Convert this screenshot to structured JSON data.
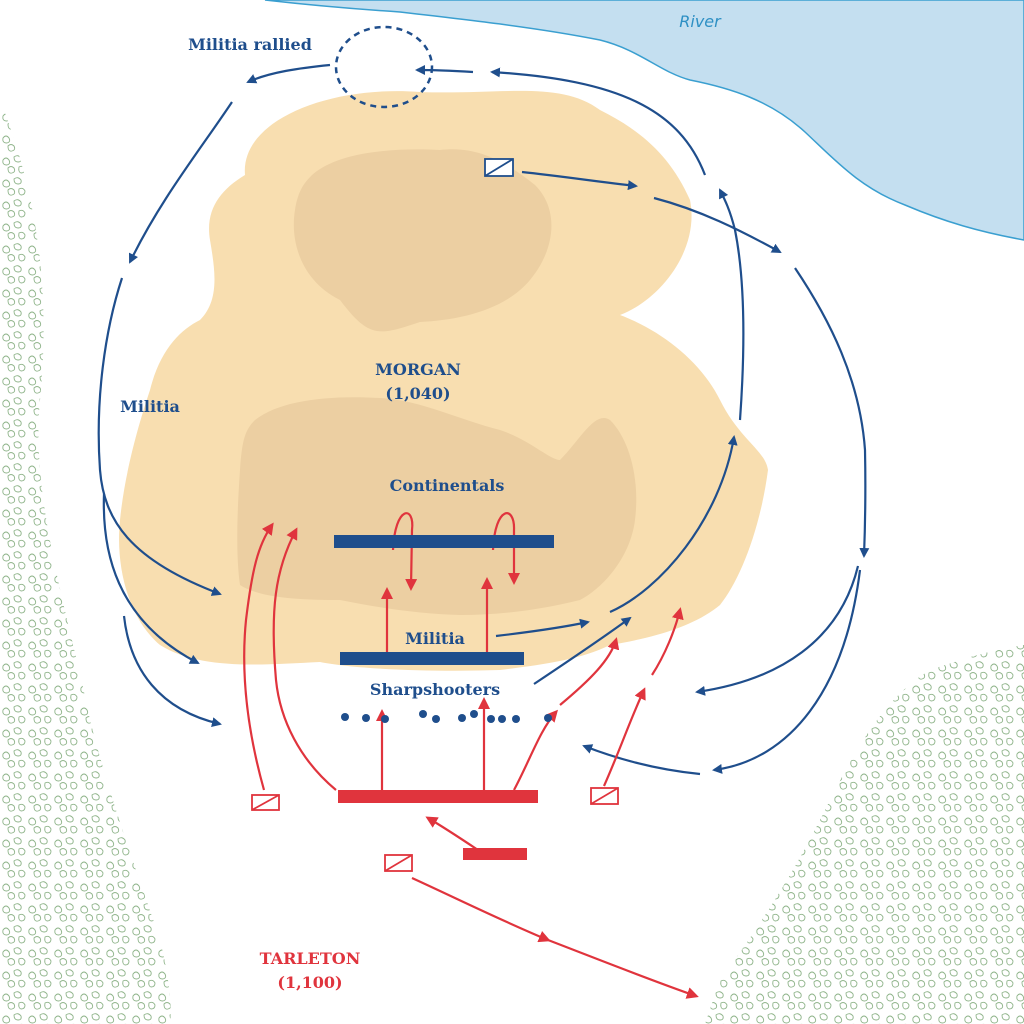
{
  "labels": {
    "river": "River",
    "militia_rallied": "Militia rallied",
    "militia_left": "Militia",
    "morgan_name": "MORGAN",
    "morgan_strength": "(1,040)",
    "continentals": "Continentals",
    "militia_line": "Militia",
    "sharpshooters": "Sharpshooters",
    "tarleton_name": "TARLETON",
    "tarleton_strength": "(1,100)"
  },
  "colors": {
    "american": "#1f4e8c",
    "british": "#e0343d",
    "hill_outer": "#f8deb0",
    "hill_inner": "#eccfa2",
    "river": "#c4dff0",
    "river_edge": "#3a9fd0",
    "woods": "#8fb48a"
  }
}
